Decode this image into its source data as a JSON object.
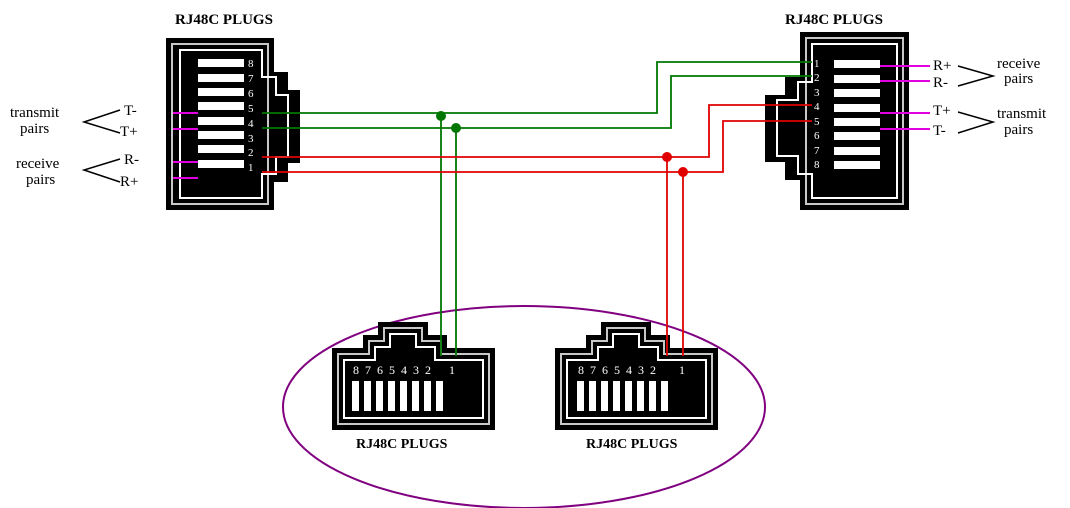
{
  "diagram": {
    "plugs": {
      "left": {
        "title": "RJ48C PLUGS",
        "pins": [
          "8",
          "7",
          "6",
          "5",
          "4",
          "3",
          "2",
          "1"
        ]
      },
      "right": {
        "title": "RJ48C PLUGS",
        "pins": [
          "1",
          "2",
          "3",
          "4",
          "5",
          "6",
          "7",
          "8"
        ]
      },
      "bottom_left": {
        "title": "RJ48C PLUGS",
        "pins": [
          "8",
          "7",
          "6",
          "5",
          "4",
          "3",
          "2",
          "1"
        ]
      },
      "bottom_right": {
        "title": "RJ48C PLUGS",
        "pins": [
          "8",
          "7",
          "6",
          "5",
          "4",
          "3",
          "2",
          "1"
        ]
      }
    },
    "left_labels": {
      "transmit_line1": "transmit",
      "transmit_line2": "pairs",
      "t_minus": "T-",
      "t_plus": "T+",
      "receive_line1": "receive",
      "receive_line2": "pairs",
      "r_minus": "R-",
      "r_plus": "R+"
    },
    "right_labels": {
      "receive_line1": "receive",
      "receive_line2": "pairs",
      "r_plus": "R+",
      "r_minus": "R-",
      "transmit_line1": "transmit",
      "transmit_line2": "pairs",
      "t_plus": "T+",
      "t_minus": "T-"
    },
    "colors": {
      "transmit_wire": "#007700",
      "receive_wire": "#e00000",
      "pair_lead": "#e000e0",
      "enclosure": "#800080",
      "plug_body": "#000000"
    }
  }
}
